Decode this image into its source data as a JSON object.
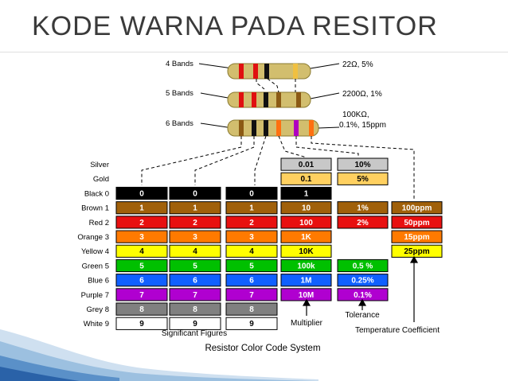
{
  "slide": {
    "title": "KODE WARNA PADA RESITOR"
  },
  "bands": [
    {
      "label": "4 Bands",
      "value": "22Ω, 5%",
      "colors": [
        "#e01010",
        "#e01010",
        "#111111",
        "#f0c040"
      ]
    },
    {
      "label": "5 Bands",
      "value": "2200Ω, 1%",
      "colors": [
        "#e01010",
        "#e01010",
        "#111111",
        "#8b5a14",
        "#8b5a14"
      ]
    },
    {
      "label": "6 Bands",
      "value1": "100KΩ,",
      "value2": "0.1%, 15ppm",
      "colors": [
        "#8b5a14",
        "#111111",
        "#111111",
        "#ff7010",
        "#b000c0",
        "#ff7010"
      ]
    }
  ],
  "table": {
    "rows": [
      {
        "label": "Silver"
      },
      {
        "label": "Gold"
      },
      {
        "label": "Black 0",
        "color": "#000000",
        "text": "#ffffff",
        "sig": "0",
        "mult": "1"
      },
      {
        "label": "Brown 1",
        "color": "#a0600a",
        "text": "#ffffff",
        "sig": "1",
        "mult": "10",
        "tol": "1%",
        "temp": "100ppm"
      },
      {
        "label": "Red 2",
        "color": "#e81010",
        "text": "#ffffff",
        "sig": "2",
        "mult": "100",
        "tol": "2%",
        "temp": "50ppm"
      },
      {
        "label": "Orange 3",
        "color": "#ff7a00",
        "text": "#ffffff",
        "sig": "3",
        "mult": "1K",
        "temp": "15ppm"
      },
      {
        "label": "Yellow 4",
        "color": "#ffff00",
        "text": "#000000",
        "sig": "4",
        "mult": "10K",
        "temp": "25ppm"
      },
      {
        "label": "Green 5",
        "color": "#00c000",
        "text": "#ffffff",
        "sig": "5",
        "mult": "100k",
        "tol": "0.5 %"
      },
      {
        "label": "Blue 6",
        "color": "#1060ff",
        "text": "#ffffff",
        "sig": "6",
        "mult": "1M",
        "tol": "0.25%"
      },
      {
        "label": "Purple 7",
        "color": "#b000d0",
        "text": "#ffffff",
        "sig": "7",
        "mult": "10M",
        "tol": "0.1%"
      },
      {
        "label": "Grey 8",
        "color": "#808080",
        "text": "#ffffff",
        "sig": "8"
      },
      {
        "label": "White 9",
        "color": "#ffffff",
        "text": "#000000",
        "sig": "9"
      }
    ],
    "silver": {
      "color": "#c8c8c8",
      "mult": "0.01",
      "tol": "10%"
    },
    "gold": {
      "color": "#ffd060",
      "mult": "0.1",
      "tol": "5%"
    }
  },
  "captions": {
    "significant": "Significant Figures",
    "multiplier": "Multiplier",
    "tolerance": "Tolerance",
    "temperature": "Temperature Coefficient",
    "system": "Resistor Color Code System"
  }
}
